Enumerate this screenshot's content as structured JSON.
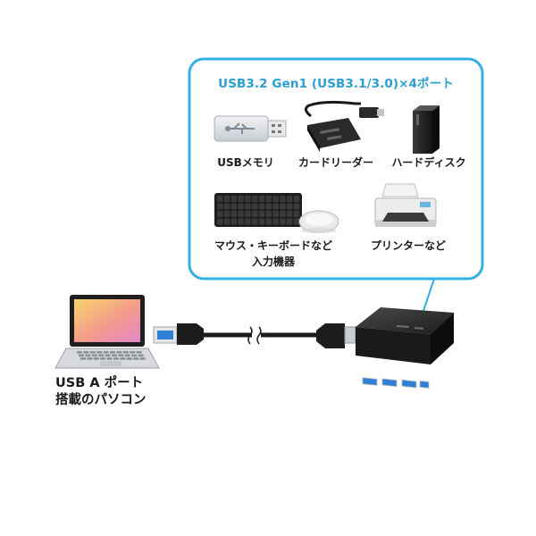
{
  "hub_box": {
    "title": "USB3.2 Gen1 (USB3.1/3.0)×4ポート",
    "border_color": "#33b1e6"
  },
  "devices": [
    {
      "label": "USBメモリ",
      "icon": "usb-flash-drive-icon"
    },
    {
      "label": "カードリーダー",
      "icon": "card-reader-icon"
    },
    {
      "label": "ハードディスク",
      "icon": "hard-disk-icon"
    },
    {
      "label": "マウス・キーボードなど",
      "label2": "入力機器",
      "icon": "keyboard-mouse-icon"
    },
    {
      "label": "プリンターなど",
      "icon": "printer-icon"
    }
  ],
  "host": {
    "label_line1": "USB A ポート",
    "label_line2": "搭載のパソコン",
    "icon": "laptop-icon"
  },
  "connection": {
    "cable_icon": "usb-cable-icon",
    "hub_icon": "usb-hub-icon",
    "port_color": "#2f7fd6"
  }
}
